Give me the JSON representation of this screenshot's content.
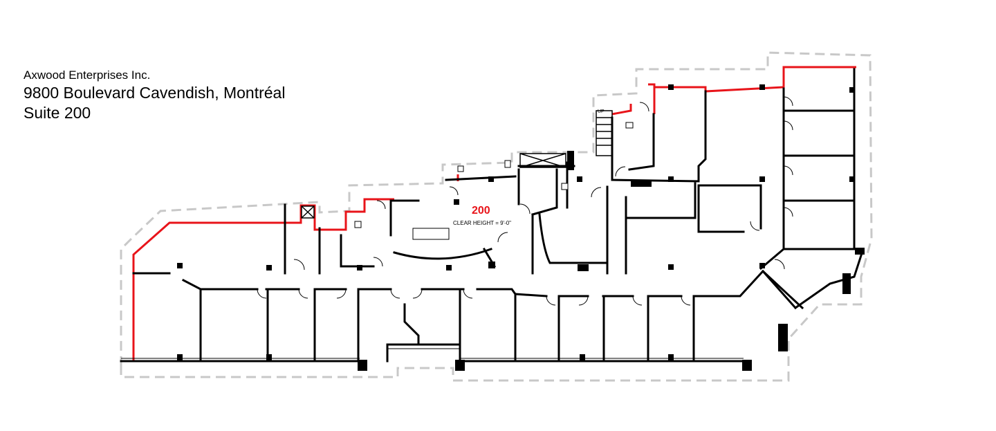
{
  "header": {
    "company": "Axwood Enterprises Inc.",
    "address": "9800 Boulevard Cavendish, Montréal",
    "suite": "Suite 200"
  },
  "plan": {
    "suite_number": "200",
    "clear_height": "CLEAR HEIGHT = 9'-0\"",
    "stair_label": "UP"
  },
  "colors": {
    "boundary": "#e8141a",
    "outline": "#c8c8c8",
    "walls": "#000000"
  }
}
